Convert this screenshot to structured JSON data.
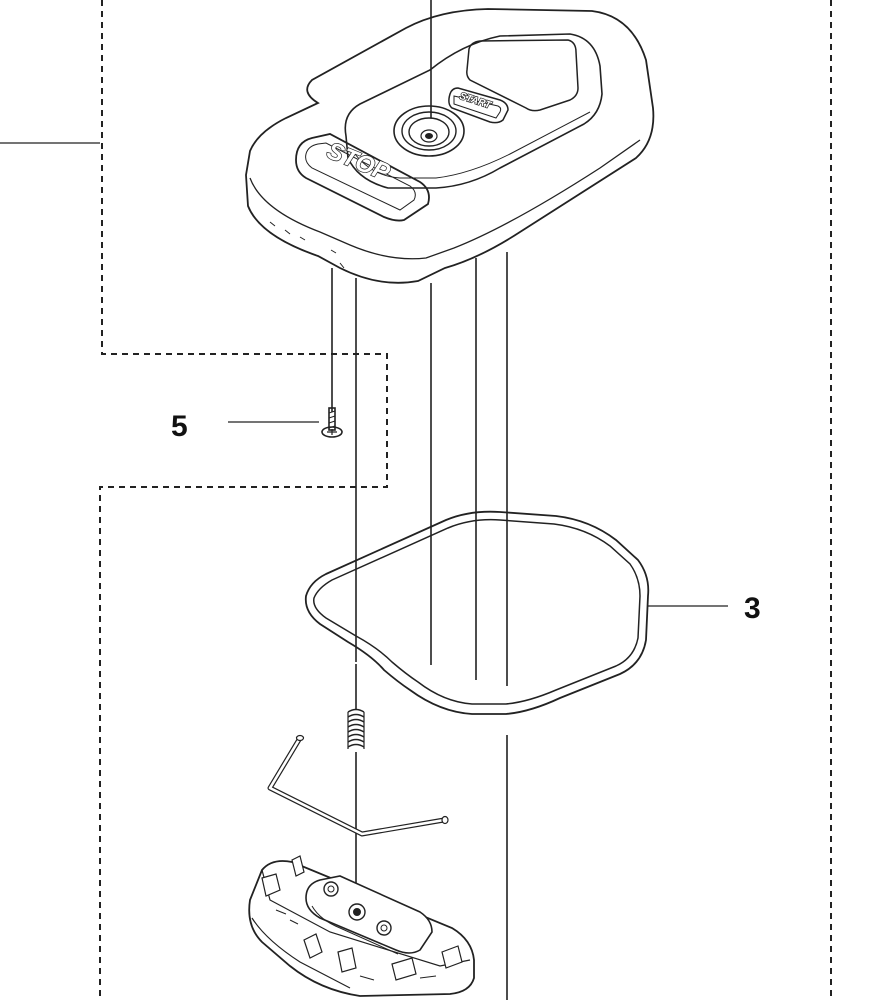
{
  "diagram": {
    "callouts": [
      {
        "id": "5",
        "label": "5"
      },
      {
        "id": "3",
        "label": "3"
      }
    ],
    "panel_buttons": {
      "stop_label": "STOP",
      "start_label": "START"
    }
  }
}
